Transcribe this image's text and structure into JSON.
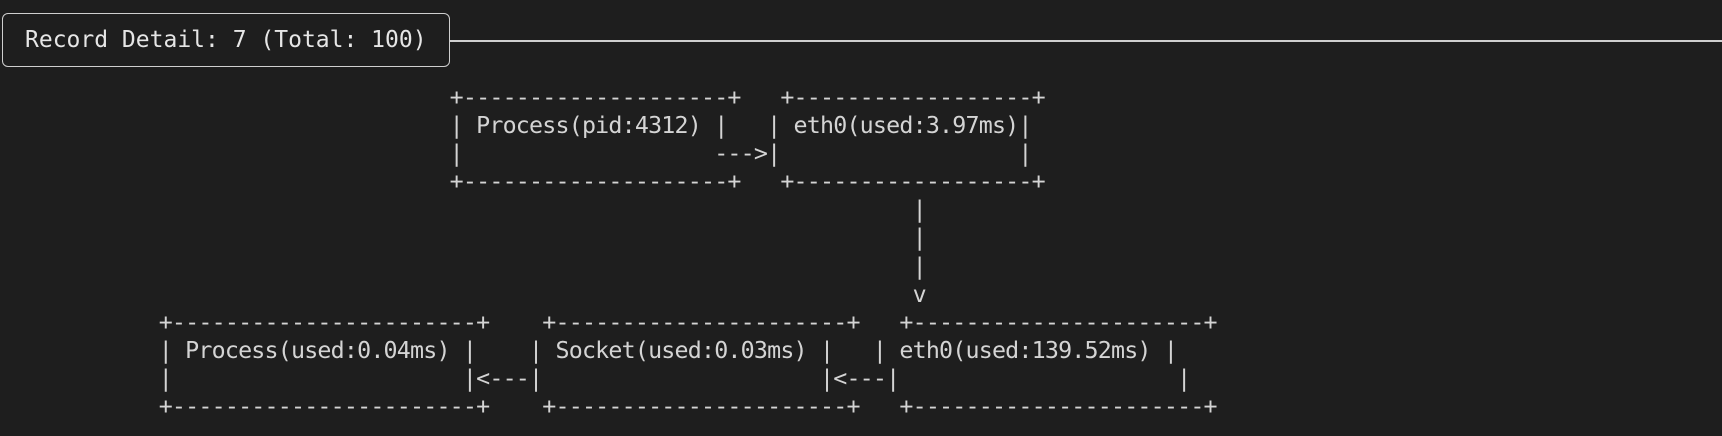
{
  "header": {
    "title": "Record Detail: 7 (Total: 100)"
  },
  "diagram": {
    "lines": [
      "                                  +--------------------+   +------------------+",
      "                                  | Process(pid:4312) |   | eth0(used:3.97ms)|",
      "                                  |                   --->|                  |",
      "                                  +--------------------+   +------------------+",
      "                                                                     |",
      "                                                                     |",
      "                                                                     |",
      "                                                                     v",
      "            +-----------------------+    +----------------------+   +----------------------+",
      "            | Process(used:0.04ms) |    | Socket(used:0.03ms) |   | eth0(used:139.52ms) |",
      "            |                      |<---|                     |<---|                     |",
      "            +-----------------------+    +----------------------+   +----------------------+"
    ]
  }
}
